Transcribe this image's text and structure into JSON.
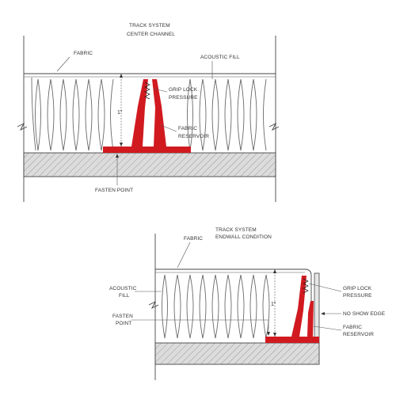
{
  "colors": {
    "track": "#d11a20",
    "substrate": "#d8d8d8",
    "hatch": "#9a9a9a",
    "line": "#444444"
  },
  "top_detail": {
    "title_line1": "TRACK SYSTEM",
    "title_line2": "CENTER CHANNEL",
    "label_fabric": "FABRIC",
    "label_acoustic_fill": "ACOUSTIC FILL",
    "label_grip_lock_1": "GRIP LOCK",
    "label_grip_lock_2": "PRESSURE",
    "label_fabric_reservoir_1": "FABRIC",
    "label_fabric_reservoir_2": "RESERVOIR",
    "label_fasten_point": "FASTEN POINT",
    "dimension": "1\""
  },
  "bottom_detail": {
    "title_line1": "TRACK SYSTEM",
    "title_line2": "ENDWALL CONDITION",
    "label_fabric": "FABRIC",
    "label_acoustic_fill_1": "ACOUSTIC",
    "label_acoustic_fill_2": "FILL",
    "label_fasten_point_1": "FASTEN",
    "label_fasten_point_2": "POINT",
    "label_grip_lock_1": "GRIP LOCK",
    "label_grip_lock_2": "PRESSURE",
    "label_no_show_edge": "NO SHOW EDGE",
    "label_fabric_reservoir_1": "FABRIC",
    "label_fabric_reservoir_2": "RESERVOIR",
    "dimension": "1\""
  }
}
